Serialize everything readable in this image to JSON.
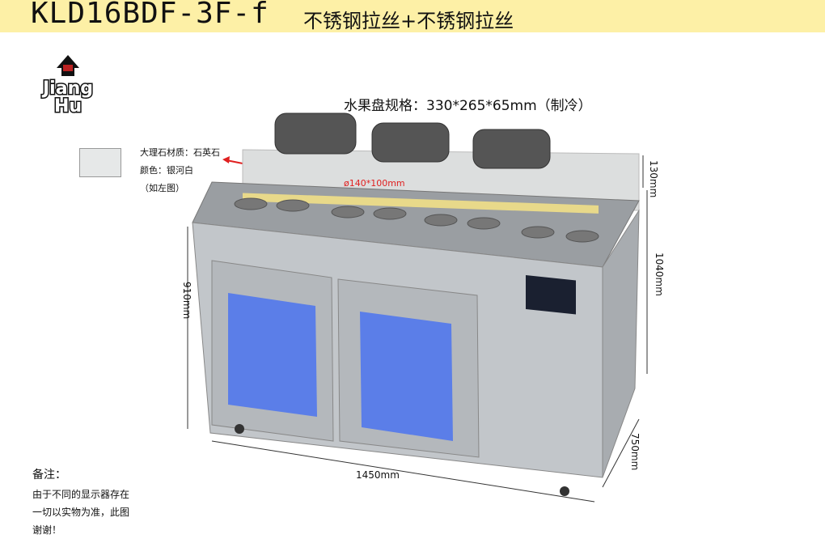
{
  "header": {
    "model": "KLD16BDF-3F-f",
    "material": "不锈钢拉丝+不锈钢拉丝"
  },
  "logo": {
    "text_line1": "Jiang",
    "text_line2": "Hu"
  },
  "fruit_tray_spec": "水果盘规格：330*265*65mm（制冷）",
  "marble_note": {
    "line1": "大理石材质：石英石",
    "line2": "颜色：银河白",
    "line3": "（如左图）"
  },
  "hole_spec": "ø140*100mm",
  "dimensions": {
    "top_height": "130mm",
    "total_height": "1040mm",
    "body_height": "910mm",
    "depth": "750mm",
    "width": "1450mm"
  },
  "remark": {
    "title": "备注：",
    "line1": "由于不同的显示器存在",
    "line2": "一切以实物为准，此图",
    "line3": "谢谢！"
  },
  "colors": {
    "header_band": "#fdf0a6",
    "arrow": "#e02020",
    "stainless": "#b8bcc0",
    "glass_light": "#6a8cf0"
  }
}
